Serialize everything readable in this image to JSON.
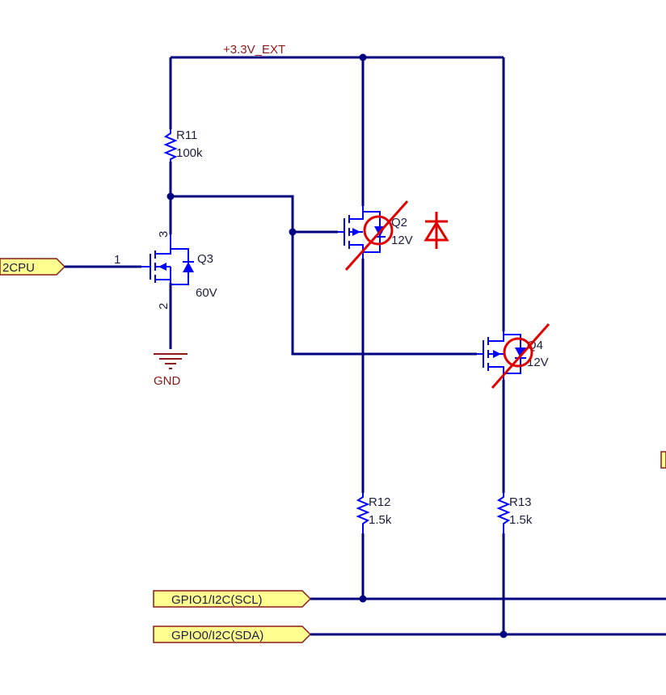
{
  "colors": {
    "wire": "#000080",
    "component": "#0000ff",
    "port_fill": "#ffff90",
    "port_stroke": "#8b1a1a",
    "net_label": "#8b1a1a",
    "pin_line": "#000000",
    "dnp_mark": "#e00000"
  },
  "nets": {
    "supply": "+3.3V_EXT",
    "ground": "GND"
  },
  "ports": {
    "left_input": "2CPU",
    "scl": "GPIO1/I2C(SCL)",
    "sda": "GPIO0/I2C(SDA)"
  },
  "components": {
    "r11": {
      "ref": "R11",
      "value": "100k"
    },
    "r12": {
      "ref": "R12",
      "value": "1.5k"
    },
    "r13": {
      "ref": "R13",
      "value": "1.5k"
    },
    "q2": {
      "ref": "Q2",
      "value": "12V"
    },
    "q3": {
      "ref": "Q3",
      "value": "60V",
      "pin_gate": "1",
      "pin_source": "2",
      "pin_drain": "3"
    },
    "q4": {
      "ref": "Q4",
      "value": "12V"
    }
  },
  "icons": {
    "dnp_mark": "red-cross-icon",
    "diode_symbol": "diode-icon",
    "ground_symbol": "ground-icon"
  }
}
